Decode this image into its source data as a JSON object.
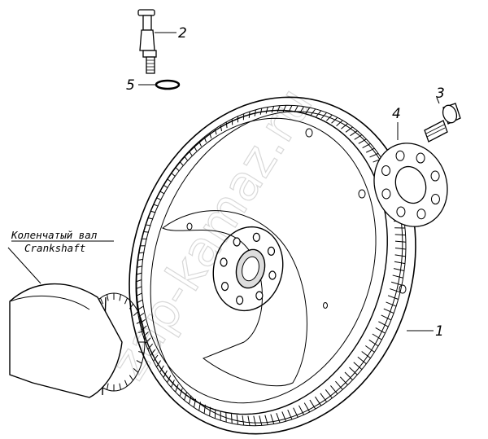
{
  "callouts": [
    {
      "number": "1",
      "part": "flywheel"
    },
    {
      "number": "2",
      "part": "sensor"
    },
    {
      "number": "3",
      "part": "bolt"
    },
    {
      "number": "4",
      "part": "washer-plate"
    },
    {
      "number": "5",
      "part": "o-ring"
    }
  ],
  "caption": {
    "ru": "Коленчатый вал",
    "en": "Crankshaft"
  },
  "watermark": "zap-kamaz.ru",
  "colors": {
    "line": "#000000",
    "watermark": "#c8c8c8"
  }
}
